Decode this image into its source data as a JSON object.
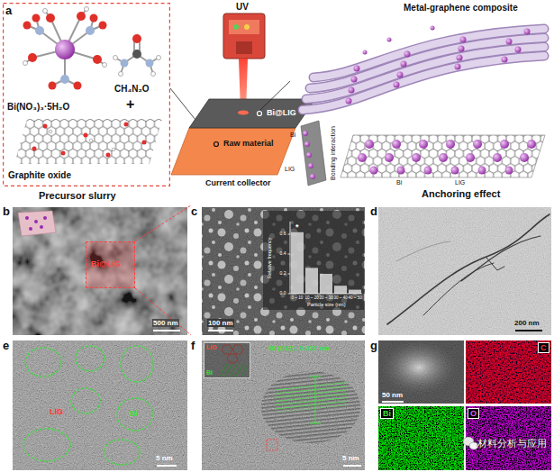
{
  "diagram": {
    "nodes": [
      {
        "text": [
          "Bi(NO₃)₃·5H₂O",
          "+",
          "CH₄N₂O",
          "Graphite oxide",
          "Precursor slurry"
        ]
      },
      {
        "text": [
          "b",
          "500 nm"
        ]
      },
      {
        "text": [
          "Bi@LIG"
        ],
        "in": 1
      },
      {
        "text": [
          "c",
          "100 nm"
        ]
      },
      {
        "text": [
          "Relative frequency",
          "Particle size (nm)"
        ],
        "in": 3
      },
      {
        "text": [
          "d",
          "200 nm"
        ]
      },
      {
        "text": [
          "e",
          "Bi",
          "LIG",
          "5 nm"
        ]
      },
      {
        "text": [
          "f",
          "Bi (012): 0.327 nm",
          "5 nm"
        ]
      },
      {
        "text": [
          "LIG",
          "Bi"
        ],
        "in": 7
      },
      {
        "text": [
          "g"
        ]
      },
      {
        "text": [
          "50 nm"
        ],
        "in": 9
      },
      {
        "text": [
          "C"
        ],
        "in": 9
      },
      {
        "text": [
          "Bi"
        ],
        "in": 9
      },
      {
        "text": [
          "O"
        ],
        "in": 9
      }
    ],
    "edges": [
      {
        "from": 2,
        "to": 3,
        "arrow": "none"
      }
    ],
    "labels": [
      "a",
      "UV",
      "Bi@LIG",
      "Raw material",
      "Current collector",
      "Metal-graphene composite",
      "Bi",
      "Bonding interaction",
      "LIG",
      "Bi",
      "LIG",
      "Anchoring effect",
      "0.6",
      "0.4",
      "0.2",
      "0.0",
      "0 ~ 10",
      "10 ~ 20",
      "20 ~ 30",
      "30 ~ 40",
      "40 ~ 50",
      "*",
      "材料分析与应用"
    ]
  }
}
